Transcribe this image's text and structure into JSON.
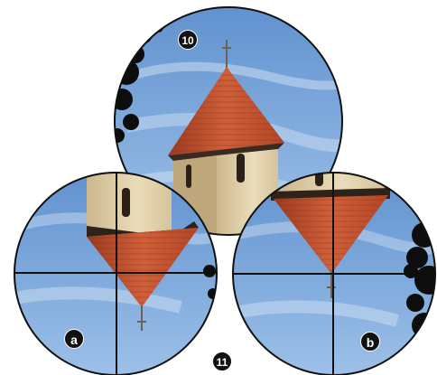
{
  "panels": {
    "top_label": "10",
    "left_label": "a",
    "right_label": "b",
    "bottom_label": "11"
  },
  "colors": {
    "sky": "#6f9fd6",
    "roof": "#c7532c",
    "wall": "#e3d2ac",
    "foliage": "#0d0d0d",
    "outline": "#111111"
  }
}
